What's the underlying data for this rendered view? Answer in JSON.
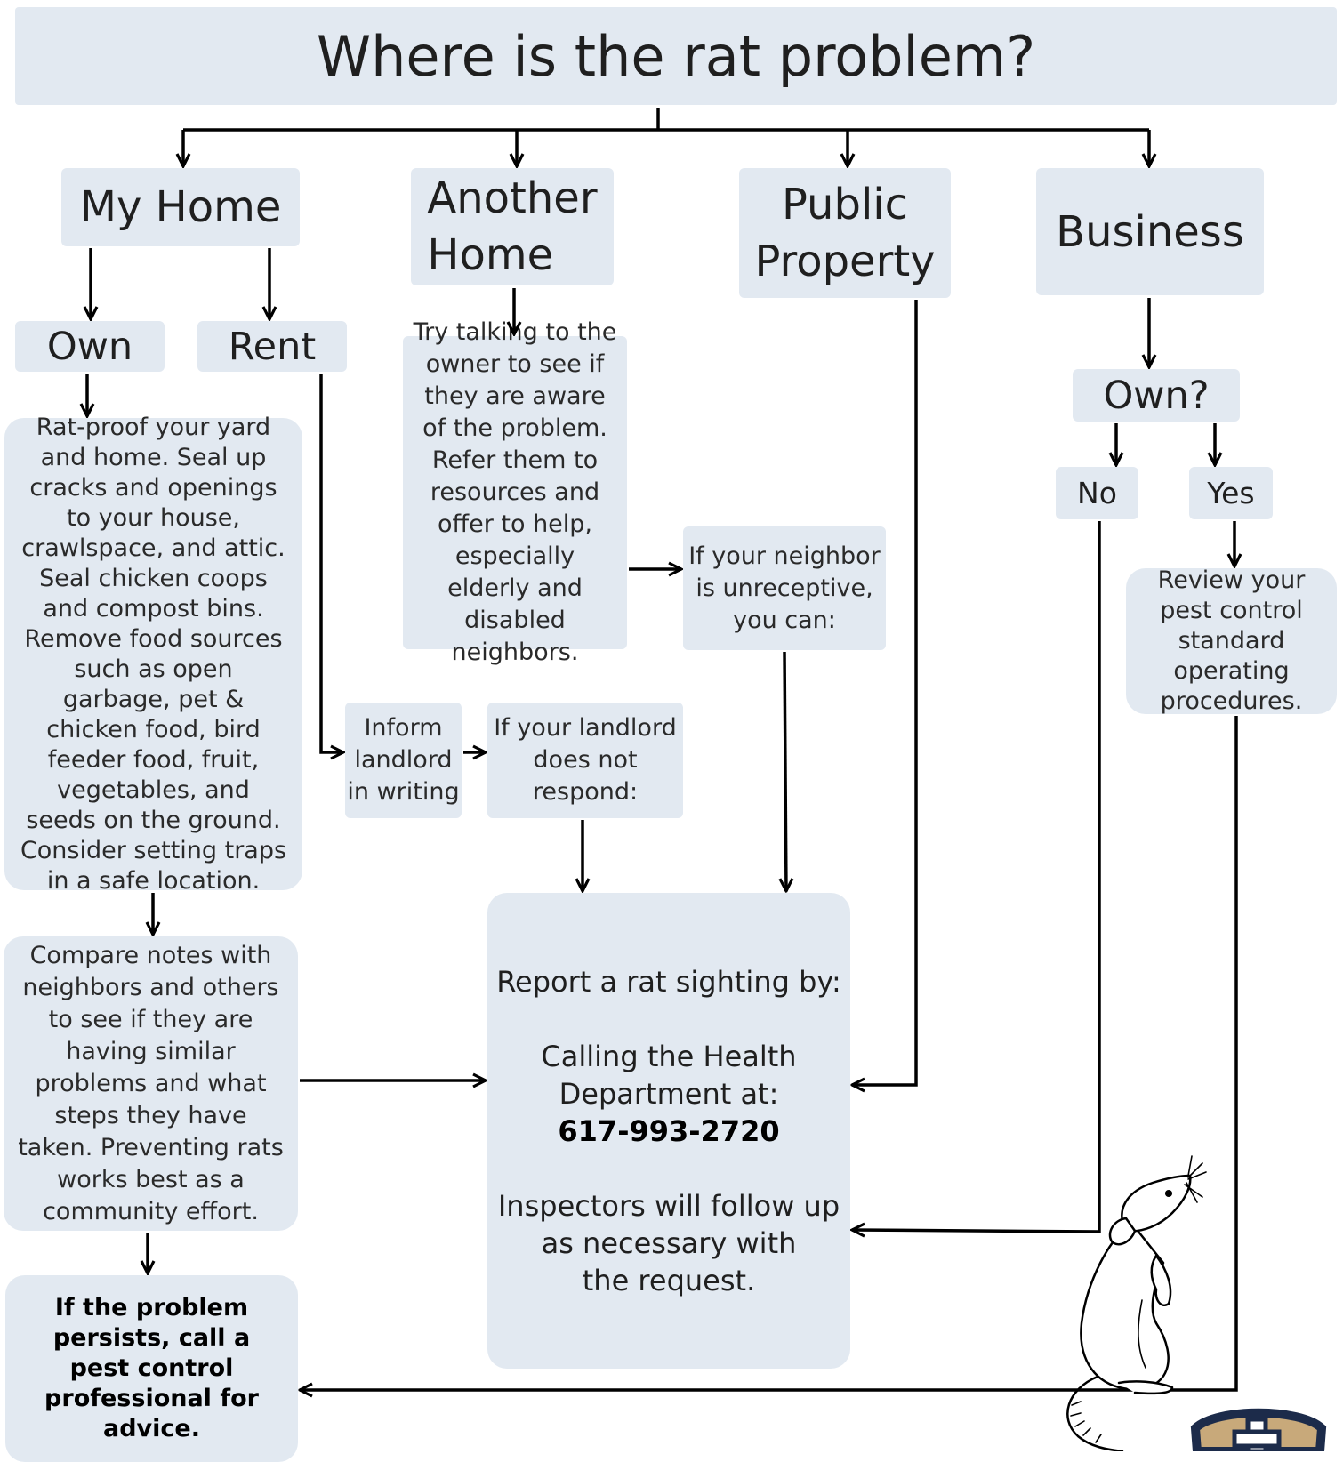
{
  "title": "Where is the rat problem?",
  "categories": {
    "my_home": "My Home",
    "another_home": "Another\nHome",
    "public_property": "Public\nProperty",
    "business": "Business"
  },
  "my_home": {
    "own": "Own",
    "rent": "Rent",
    "own_advice": "Rat-proof your yard and home. Seal up cracks and openings to your house, crawlspace, and attic. Seal chicken coops and compost bins. Remove food sources such as open garbage, pet & chicken food, bird feeder food, fruit, vegetables, and seeds on the ground. Consider setting traps in a safe location.",
    "compare_notes": "Compare notes with neighbors and others to see if they are having similar problems and what steps they have taken. Preventing rats works best as a community effort.",
    "pest_control": "If the problem persists, call a pest control professional for advice.",
    "inform_landlord": "Inform\nlandlord\nin writing",
    "landlord_no_response": "If your landlord\ndoes not\nrespond:"
  },
  "another_home": {
    "talk_owner": "Try talking to the owner to see if they are aware of the problem. Refer them to resources and offer to help, especially elderly and disabled neighbors.",
    "neighbor_unreceptive": "If your neighbor\nis unreceptive,\nyou can:"
  },
  "business": {
    "own_question": "Own?",
    "no": "No",
    "yes": "Yes",
    "review_sop": "Review your pest control standard operating procedures."
  },
  "report": {
    "heading": "Report a rat sighting by:",
    "calling": "Calling the Health\nDepartment at:",
    "phone": "617-993-2720",
    "followup": "Inspectors will follow up\nas necessary with\nthe request."
  },
  "colors": {
    "box_fill": "#e2e9f1",
    "arrow": "#000000",
    "text": "#1f1f1f",
    "logo_navy": "#1c2b4a",
    "logo_tan": "#c8a97a"
  },
  "icons": {
    "rat": "rat-illustration",
    "logo": "health-department-logo"
  }
}
